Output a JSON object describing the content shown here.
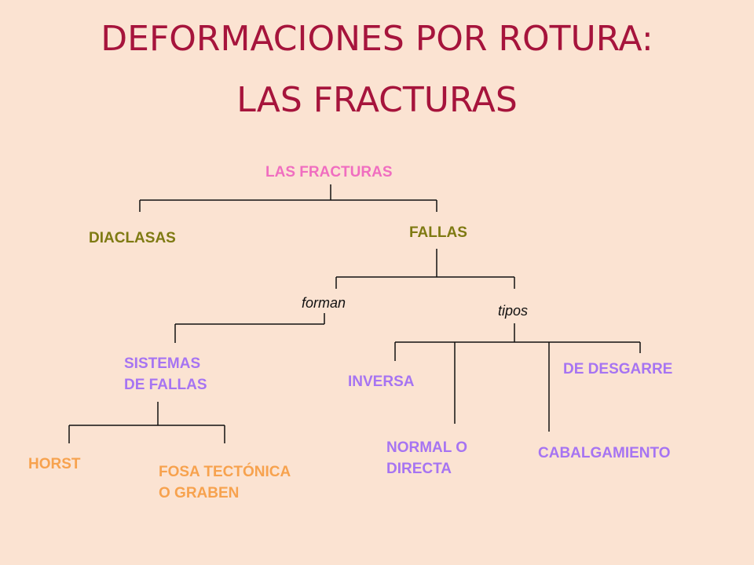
{
  "title": {
    "line1": "DEFORMACIONES POR ROTURA:",
    "line2": "LAS FRACTURAS"
  },
  "colors": {
    "title": "#a6143c",
    "root": "#f06ec0",
    "level1": "#7e7a12",
    "fault": "#a674f2",
    "horst": "#f7a24e",
    "background": "#fbe3d2",
    "lines": "#111111"
  },
  "diagram": {
    "root": "LAS FRACTURAS",
    "diaclasas": "DIACLASAS",
    "fallas": "FALLAS",
    "forman": "forman",
    "tipos": "tipos",
    "sistemas": [
      "SISTEMAS",
      "DE FALLAS"
    ],
    "inversa": "INVERSA",
    "de_desgarre": "DE DESGARRE",
    "normal": [
      "NORMAL O",
      "DIRECTA"
    ],
    "cabalgamiento": "CABALGAMIENTO",
    "horst": "HORST",
    "fosa": [
      "FOSA TECTÓNICA",
      "O GRABEN"
    ]
  }
}
